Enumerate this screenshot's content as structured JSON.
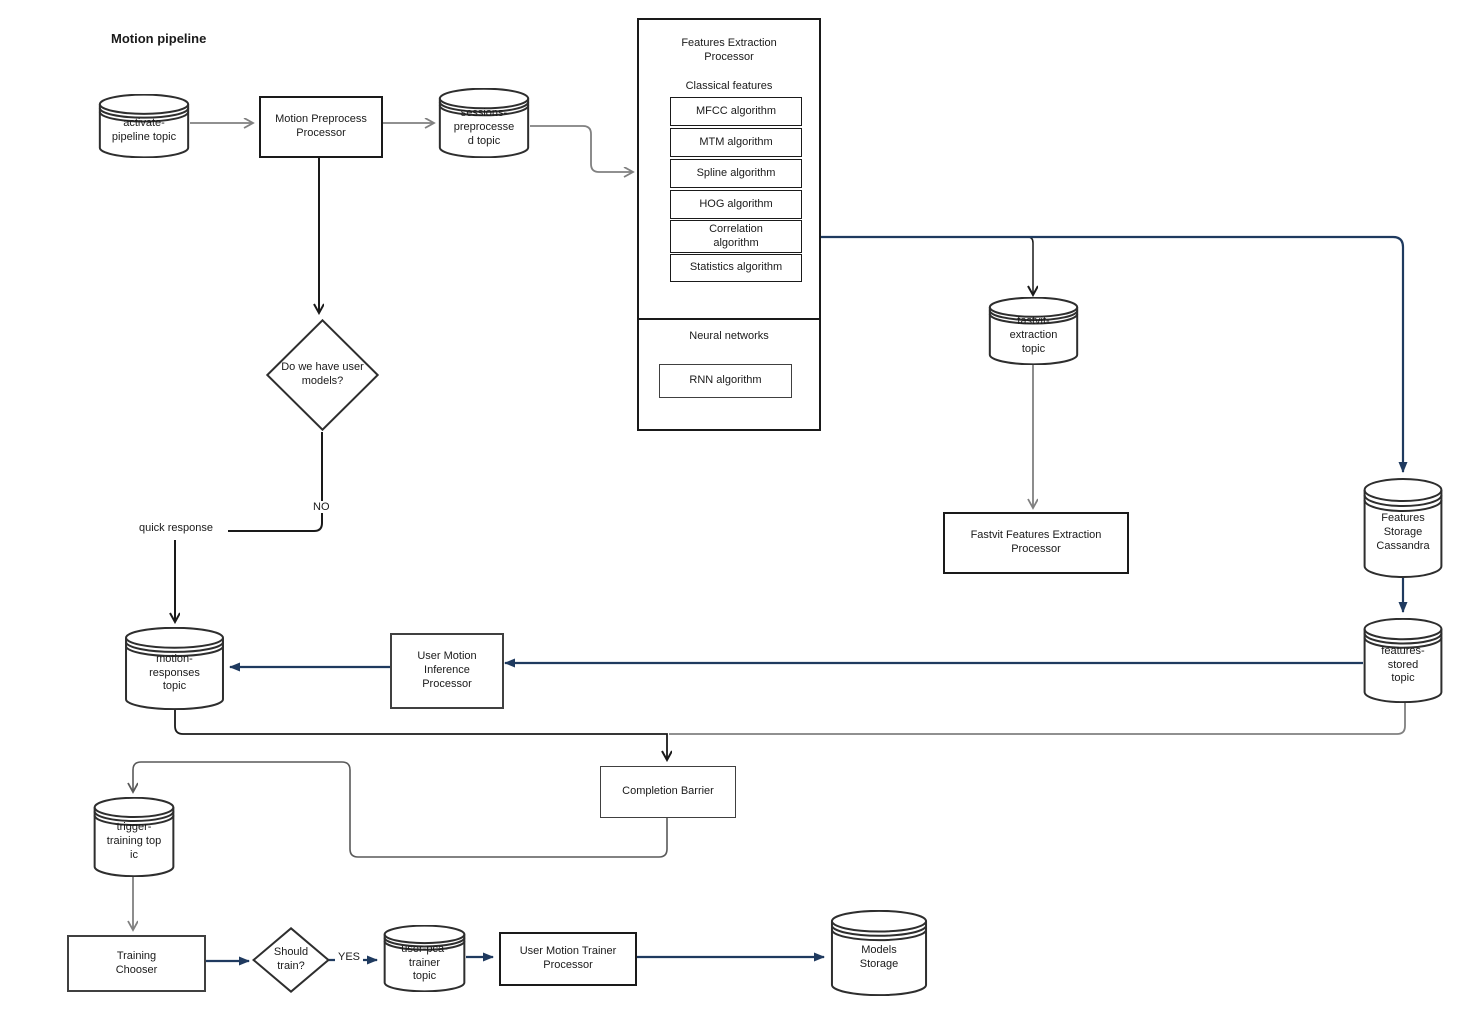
{
  "title": "Motion pipeline",
  "colors": {
    "background": "#ffffff",
    "connector_navy": "#1f3a5f",
    "connector_gray": "#808080",
    "connector_dark_gray": "#595959",
    "connector_black": "#1a1a1a",
    "node_border": "#2e2e2e"
  },
  "nodes": {
    "activate_pipeline_topic": {
      "type": "cylinder",
      "label": "activate-\npipeline topic"
    },
    "motion_preprocess_processor": {
      "type": "process",
      "label": "Motion Preprocess\nProcessor"
    },
    "sessions_preprocessed_topic": {
      "type": "cylinder",
      "label": "sessions-\npreprocesse\nd topic"
    },
    "features_extraction_processor": {
      "type": "container",
      "title": "Features Extraction\nProcessor",
      "section_label": "Classical features",
      "algorithms": [
        "MFCC algorithm",
        "MTM algorithm",
        "Spline algorithm",
        "HOG algorithm",
        "Correlation\nalgorithm",
        "Statistics algorithm"
      ]
    },
    "neural_networks": {
      "type": "container",
      "title": "Neural networks",
      "algorithms": [
        "RNN algorithm"
      ]
    },
    "fastvit_extraction_topic": {
      "type": "cylinder",
      "label": "fastvit-\nextraction\ntopic"
    },
    "fastvit_features_extraction_processor": {
      "type": "process",
      "label": "Fastvit Features Extraction\nProcessor"
    },
    "features_storage_cassandra": {
      "type": "cylinder",
      "label": "Features\nStorage\nCassandra"
    },
    "features_stored_topic": {
      "type": "cylinder",
      "label": "features-\nstored\ntopic"
    },
    "user_models_decision": {
      "type": "decision",
      "label": "Do we have user\nmodels?"
    },
    "motion_responses_topic": {
      "type": "cylinder",
      "label": "motion-\nresponses\ntopic"
    },
    "user_motion_inference_processor": {
      "type": "process",
      "label": "User Motion\nInference\nProcessor"
    },
    "completion_barrier": {
      "type": "process",
      "label": "Completion Barrier"
    },
    "trigger_training_topic": {
      "type": "cylinder",
      "label": "trigger-\ntraining top\nic"
    },
    "training_chooser": {
      "type": "process",
      "label": "Training\nChooser"
    },
    "should_train_decision": {
      "type": "decision",
      "label": "Should\ntrain?"
    },
    "user_pca_trainer_topic": {
      "type": "cylinder",
      "label": "user-pca-\ntrainer\ntopic"
    },
    "user_motion_trainer_processor": {
      "type": "process",
      "label": "User Motion Trainer\nProcessor"
    },
    "models_storage": {
      "type": "cylinder",
      "label": "Models\nStorage"
    }
  },
  "edge_labels": {
    "no": "NO",
    "yes": "YES",
    "quick_response": "quick response"
  }
}
